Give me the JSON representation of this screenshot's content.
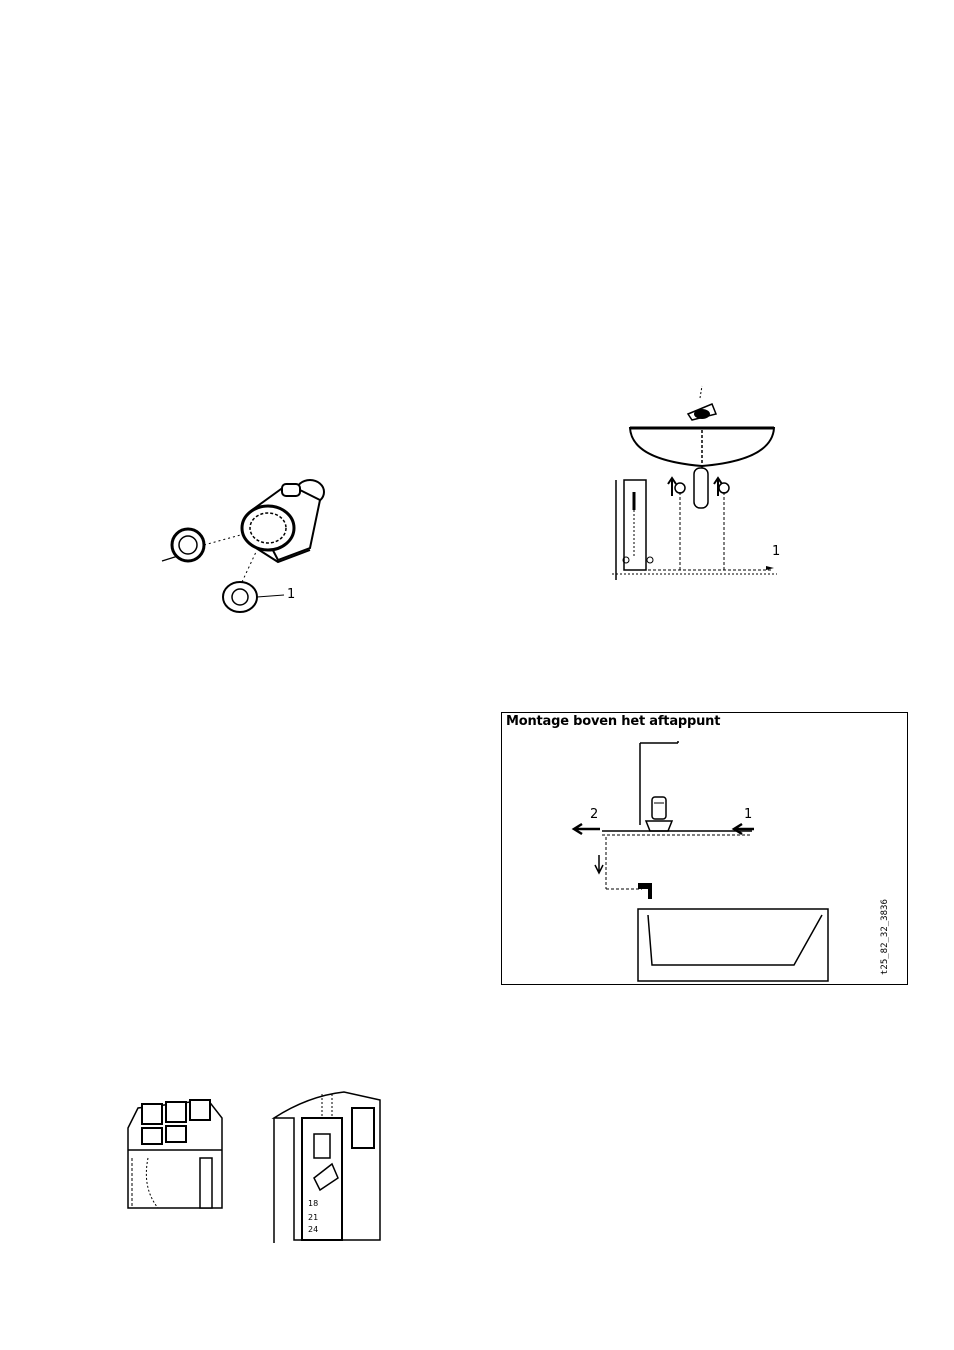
{
  "figures": {
    "display_replace": {
      "callout": "1"
    },
    "washbasin": {
      "callout": "1"
    },
    "bath_install": {
      "title": "Montage boven het aftappunt",
      "callout_left": "2",
      "callout_right": "1",
      "code": "t25_82_32_3836"
    },
    "terminal_views": {}
  }
}
